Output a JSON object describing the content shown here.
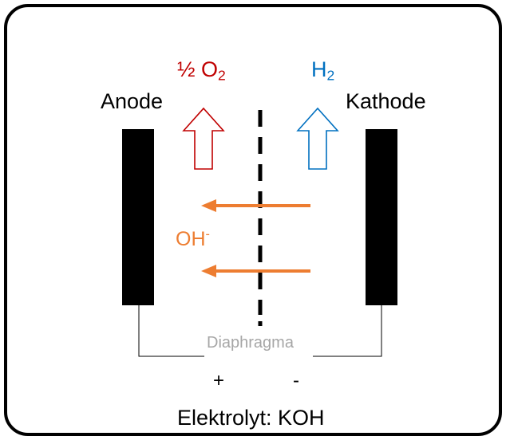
{
  "labels": {
    "anode": "Anode",
    "kathode": "Kathode",
    "oxygen_prefix": "½ O",
    "oxygen_sub": "2",
    "hydrogen_prefix": "H",
    "hydrogen_sub": "2",
    "ion_prefix": "OH",
    "ion_sup": "-",
    "diaphragma": "Diaphragma",
    "plus": "+",
    "minus": "-",
    "electrolyte": "Elektrolyt: KOH"
  },
  "colors": {
    "oxygen": "#c00000",
    "hydrogen": "#0070c0",
    "ion": "#ed7d31",
    "diaphragma": "#a6a6a6",
    "electrode": "#000000"
  }
}
